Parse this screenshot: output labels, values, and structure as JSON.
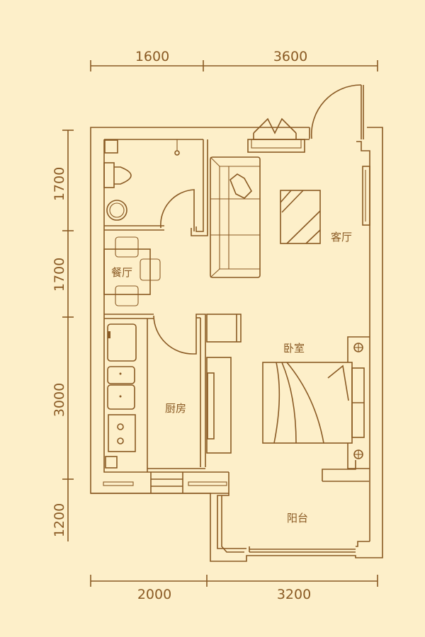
{
  "plan": {
    "colors": {
      "background": "#fdefc9",
      "line": "#8a5a24"
    },
    "dimensions": {
      "top": [
        "1600",
        "3600"
      ],
      "left": [
        "1700",
        "1700",
        "3000",
        "1200"
      ],
      "bottom": [
        "2000",
        "3200"
      ]
    },
    "rooms": {
      "living_room": "客厅",
      "dining_room": "餐厅",
      "bedroom": "卧室",
      "kitchen": "厨房",
      "balcony": "阳台"
    }
  }
}
